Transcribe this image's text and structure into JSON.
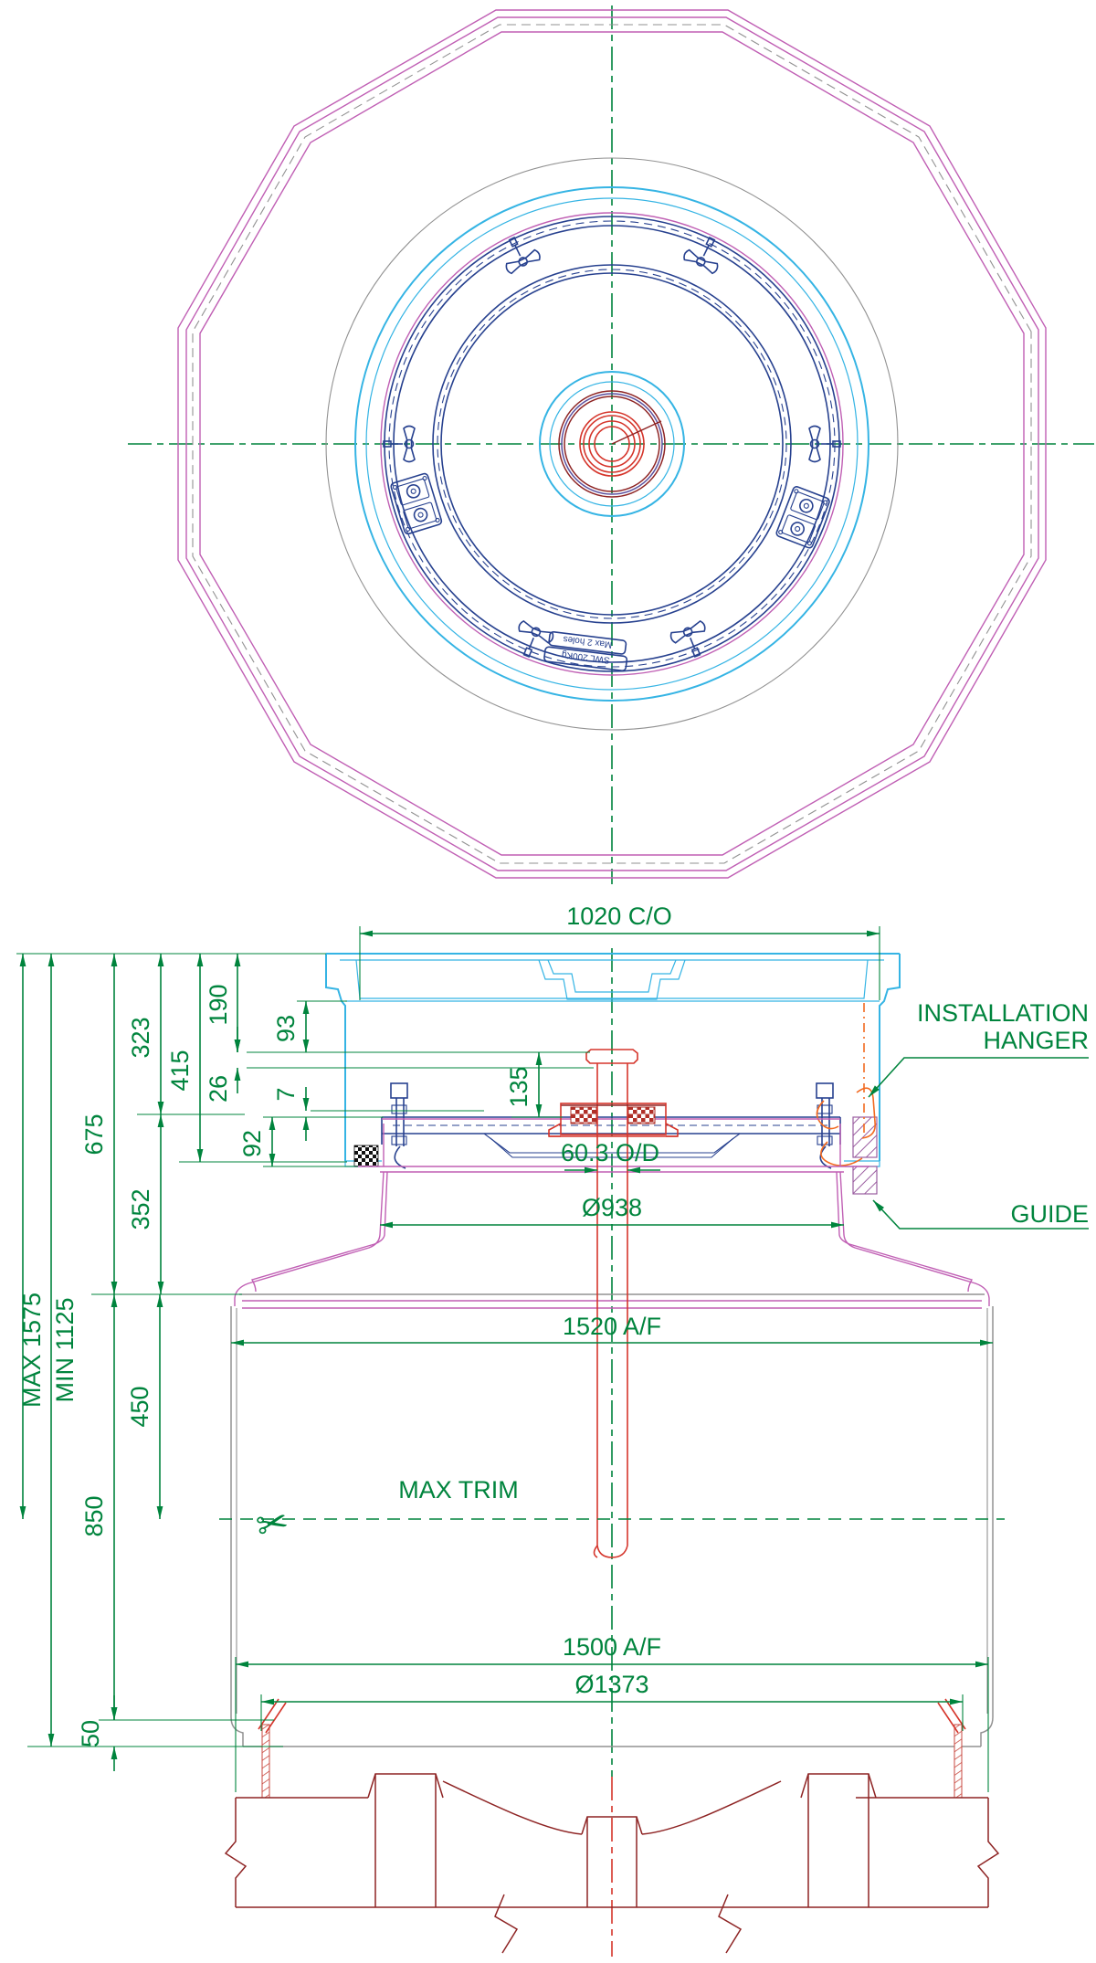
{
  "drawing": {
    "type": "engineering-section-drawing",
    "views": [
      "plan",
      "section"
    ]
  },
  "dims": {
    "co1020": "1020 C/O",
    "d190": "190",
    "d93": "93",
    "d323": "323",
    "d415": "415",
    "d26": "26",
    "d7": "7",
    "d135": "135",
    "d675": "675",
    "d92": "92",
    "d352": "352",
    "od603": "60.3 O/D",
    "dia938": "Ø938",
    "max1575": "MAX 1575",
    "min1125": "MIN 1125",
    "af1520": "1520 A/F",
    "d450": "450",
    "d850": "850",
    "maxtrim": "MAX TRIM",
    "af1500": "1500 A/F",
    "dia1373": "Ø1373",
    "d50": "50"
  },
  "callouts": {
    "hanger_line1": "INSTALLATION",
    "hanger_line2": "HANGER",
    "guide": "GUIDE"
  },
  "plan_label": {
    "swl": "SWL 200Kg",
    "holes": "Max 2 holes"
  },
  "icons": {
    "scissors": "✂"
  },
  "colors": {
    "green": "#00843d",
    "cyan": "#35b4e4",
    "magenta": "#c05fb4",
    "blue": "#27418f",
    "red": "#d5352b",
    "maroon": "#8e2424",
    "orange": "#f26a21",
    "gray": "#929292"
  }
}
